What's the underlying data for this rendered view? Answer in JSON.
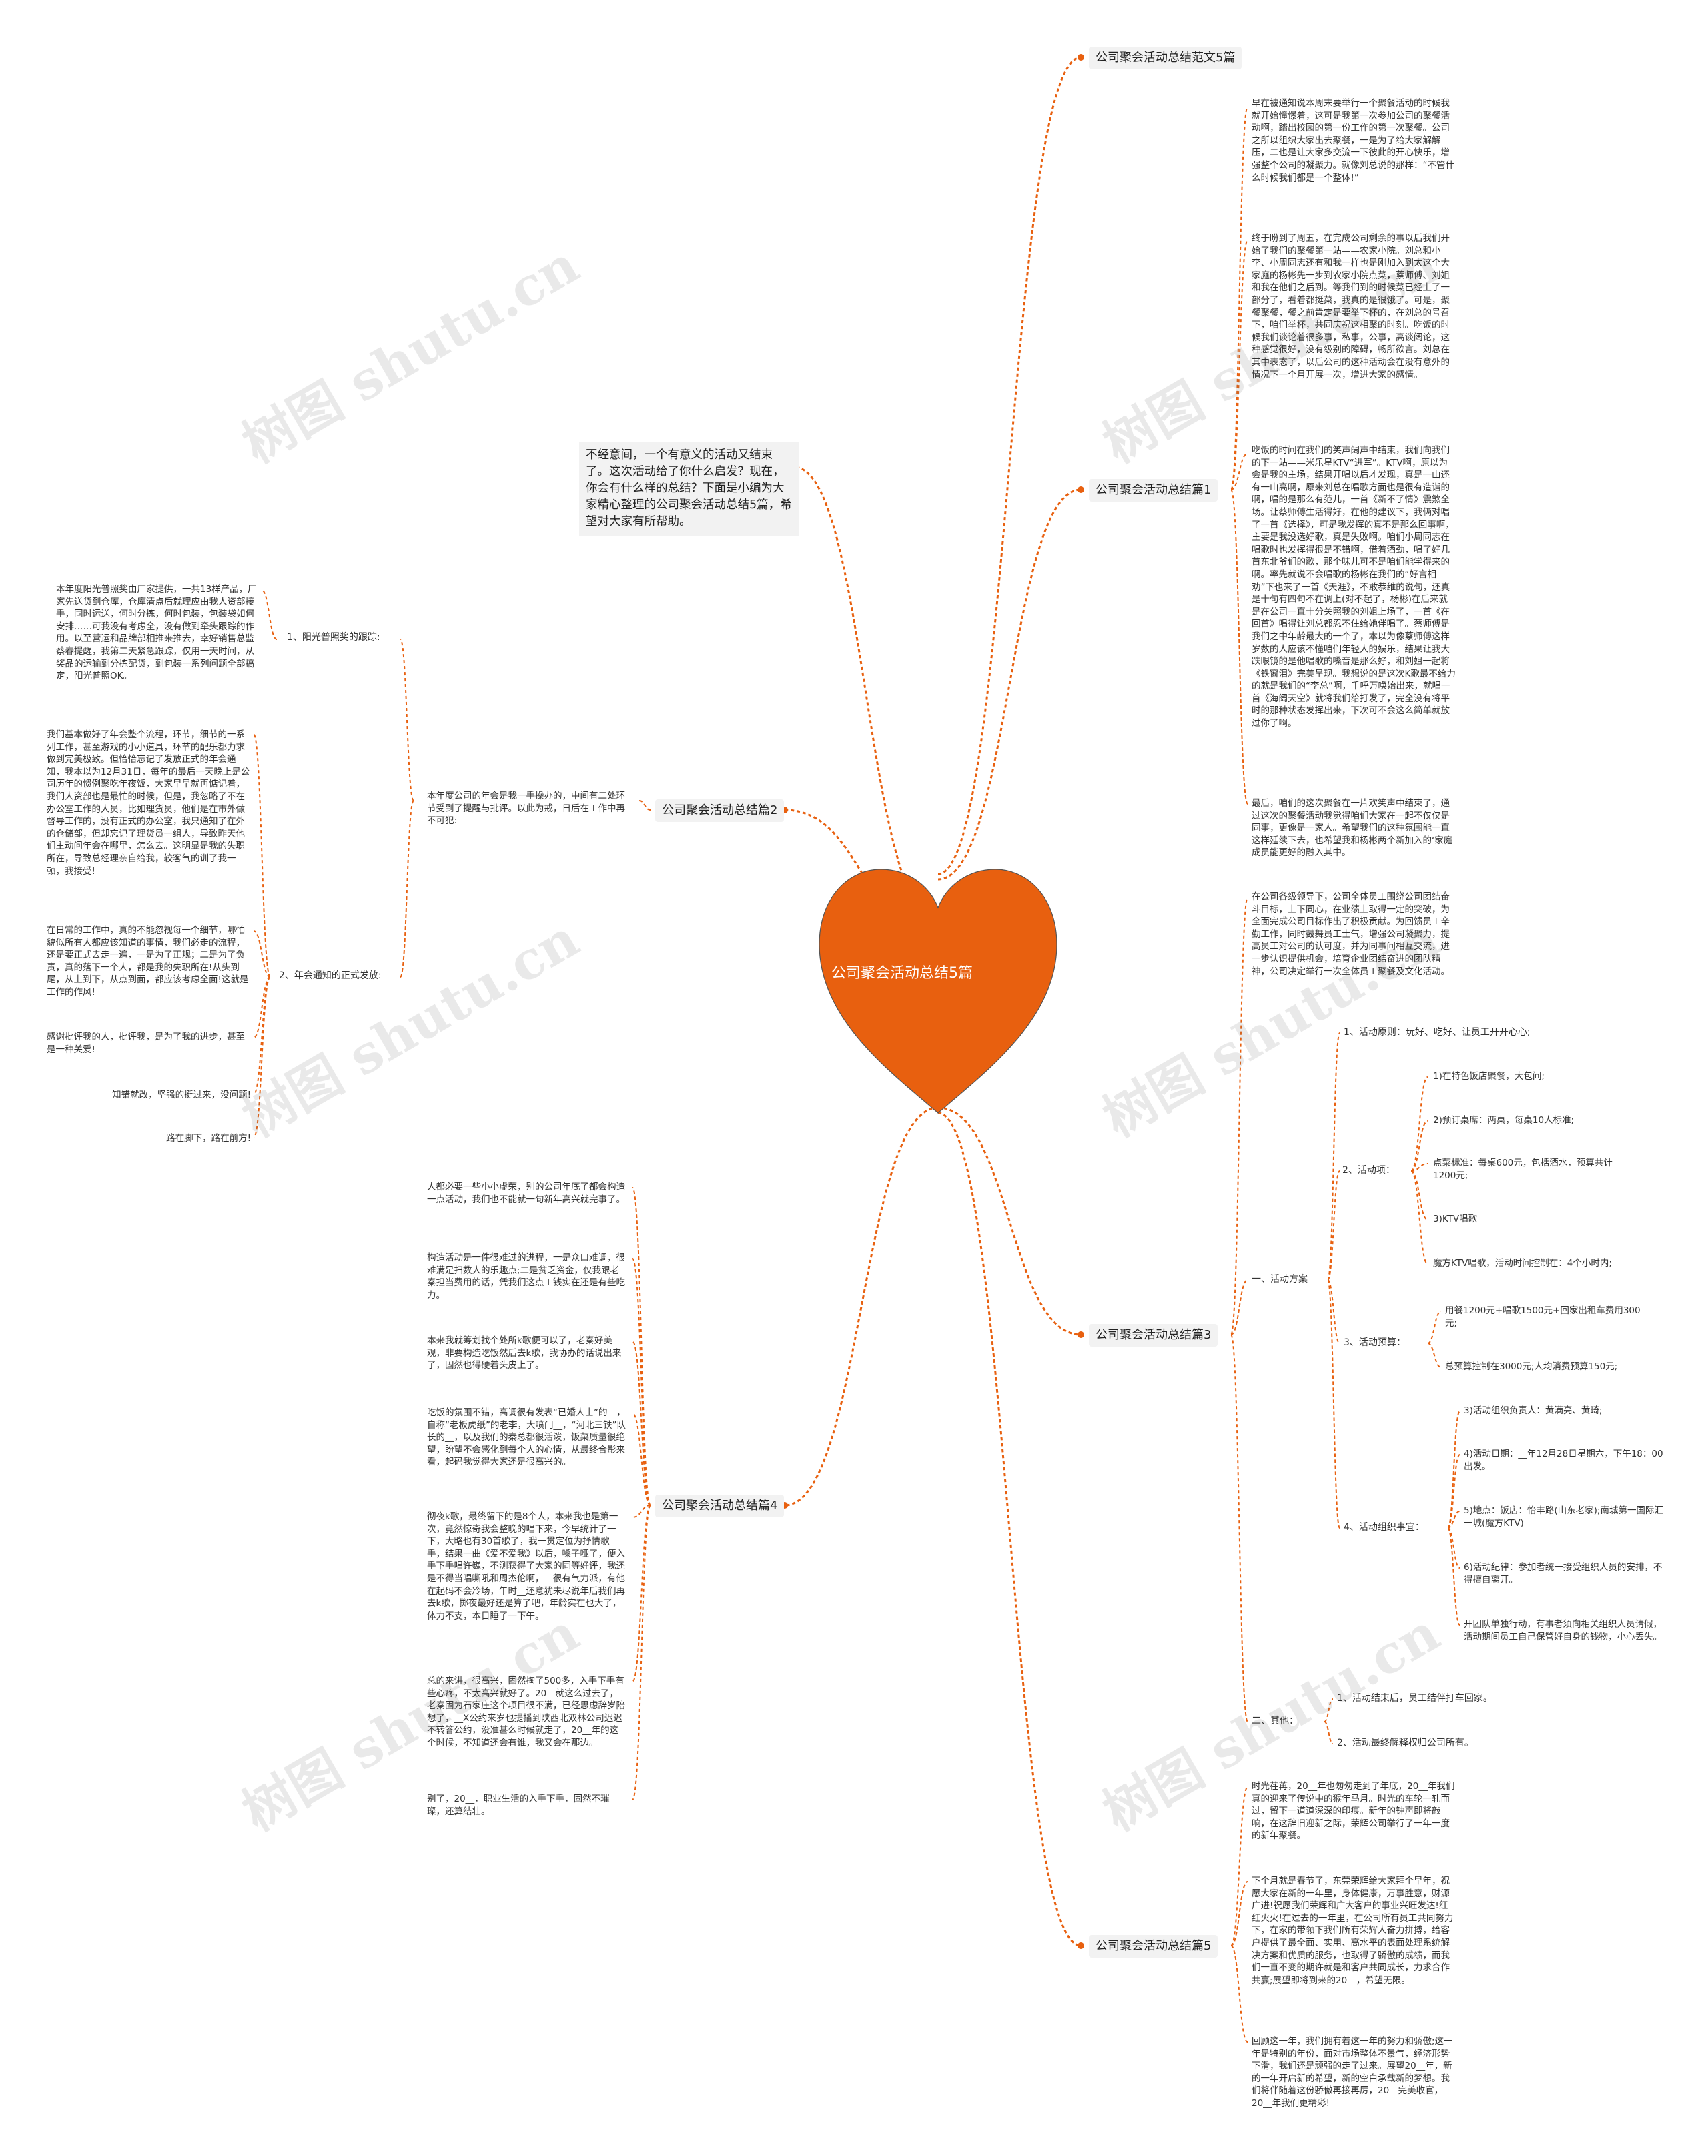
{
  "title": "公司聚会活动总结5篇",
  "intro": "不经意间，一个有意义的活动又结束了。这次活动给了你什么启发？现在，你会有什么样的总结？下面是小编为大家精心整理的公司聚会活动总结5篇，希望对大家有所帮助。",
  "watermark": "树图 shutu.cn",
  "colors": {
    "heart": "#e8600f",
    "line": "#e8600f",
    "branch_bg": "#f2f2f2"
  },
  "branches": {
    "b0": "公司聚会活动总结范文5篇",
    "b1": "公司聚会活动总结篇1",
    "b2": "公司聚会活动总结篇2",
    "b3": "公司聚会活动总结篇3",
    "b4": "公司聚会活动总结篇4",
    "b5": "公司聚会活动总结篇5"
  },
  "p1": [
    "早在被通知说本周末要举行一个聚餐活动的时候我就开始憧憬着，这可是我第一次参加公司的聚餐活动啊，踏出校园的第一份工作的第一次聚餐。公司之所以组织大家出去聚餐，一是为了给大家解解压，二也是让大家多交流一下彼此的开心快乐，增强整个公司的凝聚力。就像刘总说的那样：“不管什么时候我们都是一个整体!”",
    "终于盼到了周五，在完成公司剩余的事以后我们开始了我们的聚餐第一站——农家小院。刘总和小李、小周同志还有和我一样也是刚加入到太这个大家庭的杨彬先一步到农家小院点菜，蔡师傅、刘姐和我在他们之后到。等我们到的时候菜已经上了一部分了，看着都挺菜，我真的是很饿了。可是，聚餐聚餐，餐之前肯定是要举下杯的，在刘总的号召下，咱们举杯，共同庆祝这相聚的时刻。吃饭的时候我们谈论着很多事，私事，公事，高谈阔论，这种感觉很好，没有级别的障碍，畅所欲言。刘总在其中表态了，以后公司的这种活动会在没有意外的情况下一个月开展一次，增进大家的感情。",
    "吃饭的时间在我们的笑声阔声中结束，我们向我们的下一站——米乐星KTV“进军”。KTV啊，原以为会是我的主场，结果开唱以后才发现，真是一山还有一山高啊，原来刘总在唱歌方面也是很有造诣的啊，唱的是那么有范儿，一首《新不了情》震煞全场。让蔡师傅生活得好，在他的建议下，我俩对唱了一首《选择》，可是我发挥的真不是那么回事啊，主要是我没选好歌，真是失败啊。咱们小周同志在唱歌时也发挥得很是不错啊，借着酒劲，唱了好几首东北爷们的歌，那个味儿可不是咱们能学得来的啊。率先就说不会唱歌的杨彬在我们的“好言相劝”下也来了一首《天涯》，不敢恭维的说句，还真是十句有四句不在调上(对不起了，杨彬)在后来就是在公司一直十分关照我的刘姐上场了，一首《在回首》唱得让刘总都忍不住给她伴唱了。蔡师傅是我们之中年龄最大的一个了，本以为像蔡师傅这样岁数的人应该不懂咱们年轻人的娱乐，结果让我大跌眼镜的是他唱歌的嗓音是那么好，和刘姐一起将《铁窗泪》完美呈现。我想说的是这次K歌最不给力的就是我们的“李总”啊，千呼万唤始出来，就唱一首《海阔天空》就将我们给打发了，完全没有将平时的那种状态发挥出来，下次可不会这么简单就放过你了啊。",
    "最后，咱们的这次聚餐在一片欢笑声中结束了，通过这次的聚餐活动我觉得咱们大家在一起不仅仅是同事，更像是一家人。希望我们的这种氛围能一直这样延续下去，也希望我和杨彬两个新加入的‘家庭成员能更好的融入其中。"
  ],
  "p2": {
    "summary": "本年度公司的年会是我一手操办的，中间有二处环节受到了提醒与批评。以此为戒，日后在工作中再不可犯:",
    "s1_label": "1、阳光普照奖的跟踪:",
    "s1_text": "本年度阳光普照奖由厂家提供，一共13样产品，厂家先送货到仓库，仓库清点后就理应由我人资部接手，同时运送，何时分拣，何时包装，包装袋如何安排……可我没有考虑全，没有做到牵头跟踪的作用。以至营运和品牌部相推来推去，幸好销售总监蔡春提醒，我第二天紧急跟踪，仅用一天时间，从奖品的运输到分拣配货，到包装一系列问题全部搞定，阳光普照OK。",
    "s2_label": "2、年会通知的正式发放:",
    "s2_items": [
      "我们基本做好了年会整个流程，环节，细节的一系列工作，甚至游戏的小小道具，环节的配乐都力求做到完美极致。但恰恰忘记了发放正式的年会通知，我本以为12月31日，每年的最后一天晚上是公司历年的惯例聚吃年夜饭，大家早早就再惦记着，我们人资部也是最忙的时候，但是，我忽略了不在办公室工作的人员，比如理货员，他们是在市外做督导工作的，没有正式的办公室，我只通知了在外的仓储部，但却忘记了理货员一组人，导致昨天他们主动问年会在哪里，怎么去。这明显是我的失职所在，导致总经理亲自给我，较客气的训了我一顿，我接受!",
      "在日常的工作中，真的不能忽视每一个细节，哪怕貌似所有人都应该知道的事情，我们必走的流程，还是要正式去走一遍，一是为了正规；二是为了负责，真的落下一个人，都是我的失职所在!从头到尾，从上到下，从点到面，都应该考虑全面!这就是工作的作风!",
      "感谢批评我的人，批评我，是为了我的进步，甚至是一种关爱!",
      "知错就改，坚强的挺过来，没问题!",
      "路在脚下，路在前方!"
    ]
  },
  "p3": {
    "intro": "在公司各级领导下，公司全体员工围绕公司团结奋斗目标，上下同心，在业绩上取得一定的突破，为全面完成公司目标作出了积极贡献。为回馈员工辛勤工作，同时鼓舞员工士气，增强公司凝聚力，提高员工对公司的认可度，并为同事间相互交流，进一步认识提供机会，培育企业团结奋进的团队精神，公司决定举行一次全体员工聚餐及文化活动。",
    "plan_label": "一、活动方案",
    "principle": "1、活动原则：玩好、吃好、让员工开开心心;",
    "items_label": "2、活动项：",
    "items": [
      "1)在特色饭店聚餐，大包间;",
      "2)预订桌席：两桌，每桌10人标准;",
      "点菜标准：每桌600元，包括酒水，预算共计1200元;",
      "3)KTV唱歌",
      "魔方KTV唱歌，活动时间控制在：4个小时内;"
    ],
    "budget_label": "3、活动预算：",
    "budget": [
      "用餐1200元+唱歌1500元+回家出租车费用300元;",
      "总预算控制在3000元;人均消费预算150元;"
    ],
    "org_label": "4、活动组织事宜：",
    "org": [
      "3)活动组织负责人：黄满亮、黄琦;",
      "4)活动日期：__年12月28日星期六，下午18：00出发。",
      "5)地点：饭店：怡丰路(山东老家);南城第一国际汇一城(魔方KTV)",
      "6)活动纪律：参加者统一接受组织人员的安排，不得擅自离开。",
      "开团队单独行动，有事者须向相关组织人员请假，活动期间员工自己保管好自身的钱物，小心丢失。"
    ],
    "other_label": "二、其他：",
    "other": [
      "1、活动结束后，员工结伴打车回家。",
      "2、活动最终解释权归公司所有。"
    ]
  },
  "p4": [
    "人都必要一些小小虚荣，别的公司年底了都会构造一点活动，我们也不能就一句新年高兴就完事了。",
    "构造活动是一件很难过的进程，一是众口难调，很难满足扫数人的乐趣点;二是贫乏资金，仅我跟老秦担当费用的话，凭我们这点工钱实在还是有些吃力。",
    "本来我就筹划找个处所k歌便可以了，老秦好美观，非要构造吃饭然后去k歌，我协办的话说出来了，固然也得硬着头皮上了。",
    "吃饭的氛围不错，高调很有发表“已婚人士”的__，自称“老板虎纸”的老李，大喷门__，“河北三铁”队长的__，以及我们的秦总都很活泼，饭菜质量很绝望，盼望不会感化到每个人的心情，从最终合影来看，起码我觉得大家还是很高兴的。",
    "彻夜k歌，最终留下的是8个人，本来我也是第一次，竟然惊奇我会整晚的唱下来，今早统计了一下，大略也有30首歌了，我一贯定位为抒情歌手，结果一曲《爱不爱我》以后，嗓子哑了，便入手下手唱许巍，不测获得了大家的同等好评，我还是不得当唱嘶吼和周杰伦啊，__很有气力派，有他在起码不会冷场，午时__还意犹未尽说年后我们再去k歌，掷夜最好还是算了吧，年龄实在也大了，体力不支，本日睡了一下午。",
    "总的来讲，很高兴，固然掏了500多，入手下手有些心疼，不太高兴就好了。20__就这么过去了，老秦固为石家庄这个项目很不满，已经思虑辞岁陪想了，__X公约来岁也提播到陕西北双林公司迟迟不转答公约，没准甚么时候就走了，20__年的这个时候，不知道还会有谁，我又会在那边。",
    "别了，20__，职业生活的入手下手，固然不璀璨，还算结壮。"
  ],
  "p5": [
    "时光荏苒，20__年也匆匆走到了年底，20__年我们真的迎来了传说中的猴年马月。时光的车轮一轧而过，留下一道道深深的印痕。新年的钟声即将敲响，在这辞旧迎新之际，荣辉公司举行了一年一度的新年聚餐。",
    "下个月就是春节了，东莞荣辉给大家拜个早年，祝愿大家在新的一年里，身体健康，万事胜意，财源广进!祝愿我们荣辉和广大客户的事业兴旺发达!红红火火!在过去的一年里，在公司所有员工共同努力下，在家的带领下我们所有荣辉人奋力拼搏，给客户提供了最全面、实用、高水平的表面处理系统解决方案和优质的服务，也取得了骄傲的成绩，而我们一直不变的期许就是和客户共同成长，力求合作共赢;展望即将到来的20__，希望无限。",
    "回顾这一年，我们拥有着这一年的努力和骄傲;这一年是特别的年份，面对市场整体不景气，经济形势下滑，我们还是顽强的走了过来。展望20__年，新的一年开启新的希望，新的空白承载新的梦想。我们将伴随着这份骄傲再接再厉，20__完美收官，20__年我们更精彩!"
  ]
}
